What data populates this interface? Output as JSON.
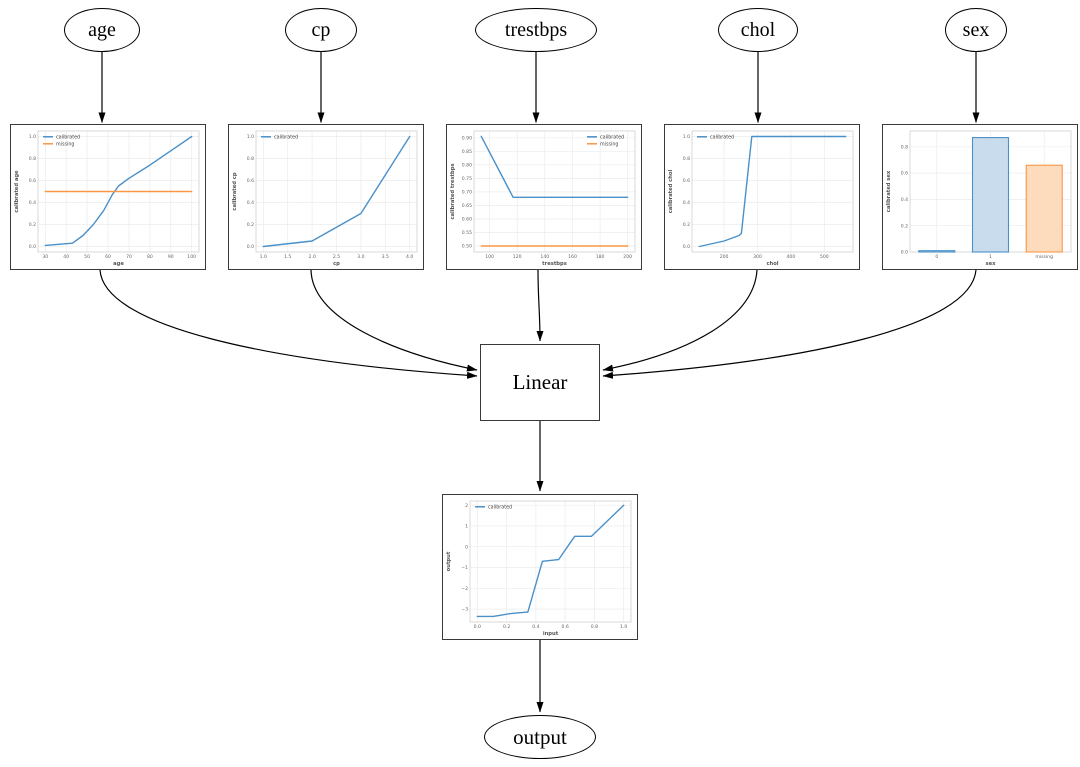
{
  "nodes": {
    "age": {
      "label": "age"
    },
    "cp": {
      "label": "cp"
    },
    "trestbps": {
      "label": "trestbps"
    },
    "chol": {
      "label": "chol"
    },
    "sex": {
      "label": "sex"
    },
    "linear": {
      "label": "Linear"
    },
    "output": {
      "label": "output"
    }
  },
  "colors": {
    "calibrated_line": "#4a90c9",
    "missing_line": "#f79747",
    "bar_fill_blue": "#c9dcee",
    "bar_fill_orange": "#fcdcbd",
    "edge_stroke": "#000000"
  },
  "chart_data": [
    {
      "id": "age",
      "type": "line",
      "xlabel": "age",
      "ylabel": "calibrated age",
      "xlim": [
        26.5,
        103.5
      ],
      "ylim": [
        -0.05,
        1.05
      ],
      "xticks": [
        30,
        40,
        50,
        60,
        70,
        80,
        90,
        100
      ],
      "xtick_labels": [
        "30",
        "40",
        "50",
        "60",
        "70",
        "80",
        "90",
        "100"
      ],
      "yticks": [
        0.0,
        0.2,
        0.4,
        0.6,
        0.8,
        1.0
      ],
      "ytick_labels": [
        "0.0",
        "0.2",
        "0.4",
        "0.6",
        "0.8",
        "1.0"
      ],
      "legend": {
        "loc": "upper left",
        "entries": [
          {
            "label": "calibrated",
            "color": "#4a90c9"
          },
          {
            "label": "missing",
            "color": "#f79747"
          }
        ]
      },
      "series": [
        {
          "name": "calibrated",
          "color": "#4a90c9",
          "x": [
            30,
            43,
            48,
            53,
            58,
            62,
            65,
            70,
            80,
            90,
            100
          ],
          "y": [
            0.01,
            0.03,
            0.1,
            0.2,
            0.33,
            0.47,
            0.55,
            0.62,
            0.74,
            0.87,
            1.0
          ]
        },
        {
          "name": "missing",
          "color": "#f79747",
          "x": [
            30,
            100
          ],
          "y": [
            0.5,
            0.5
          ]
        }
      ]
    },
    {
      "id": "cp",
      "type": "line",
      "xlabel": "cp",
      "ylabel": "calibrated cp",
      "xlim": [
        0.85,
        4.15
      ],
      "ylim": [
        -0.05,
        1.05
      ],
      "xticks": [
        1.0,
        1.5,
        2.0,
        2.5,
        3.0,
        3.5,
        4.0
      ],
      "xtick_labels": [
        "1.0",
        "1.5",
        "2.0",
        "2.5",
        "3.0",
        "3.5",
        "4.0"
      ],
      "yticks": [
        0.0,
        0.2,
        0.4,
        0.6,
        0.8,
        1.0
      ],
      "ytick_labels": [
        "0.0",
        "0.2",
        "0.4",
        "0.6",
        "0.8",
        "1.0"
      ],
      "legend": {
        "loc": "upper left",
        "entries": [
          {
            "label": "calibrated",
            "color": "#4a90c9"
          }
        ]
      },
      "series": [
        {
          "name": "calibrated",
          "color": "#4a90c9",
          "x": [
            1.0,
            2.0,
            3.0,
            4.0
          ],
          "y": [
            0.0,
            0.05,
            0.3,
            1.0
          ]
        }
      ]
    },
    {
      "id": "trestbps",
      "type": "line",
      "xlabel": "trestbps",
      "ylabel": "calibrated trestbps",
      "xlim": [
        88.7,
        205.3
      ],
      "ylim": [
        0.478,
        0.925
      ],
      "xticks": [
        100,
        120,
        140,
        160,
        180,
        200
      ],
      "xtick_labels": [
        "100",
        "120",
        "140",
        "160",
        "180",
        "200"
      ],
      "yticks": [
        0.5,
        0.55,
        0.6,
        0.65,
        0.7,
        0.75,
        0.8,
        0.85,
        0.9
      ],
      "ytick_labels": [
        "0.50",
        "0.55",
        "0.60",
        "0.65",
        "0.70",
        "0.75",
        "0.80",
        "0.85",
        "0.90"
      ],
      "legend": {
        "loc": "upper right",
        "entries": [
          {
            "label": "calibrated",
            "color": "#4a90c9"
          },
          {
            "label": "missing",
            "color": "#f79747"
          }
        ]
      },
      "series": [
        {
          "name": "calibrated",
          "color": "#4a90c9",
          "x": [
            94,
            117,
            200
          ],
          "y": [
            0.905,
            0.68,
            0.68
          ]
        },
        {
          "name": "missing",
          "color": "#f79747",
          "x": [
            94,
            200
          ],
          "y": [
            0.5,
            0.5
          ]
        }
      ]
    },
    {
      "id": "chol",
      "type": "line",
      "xlabel": "chol",
      "ylabel": "calibrated chol",
      "xlim": [
        104,
        586
      ],
      "ylim": [
        -0.05,
        1.05
      ],
      "xticks": [
        200,
        300,
        400,
        500
      ],
      "xtick_labels": [
        "200",
        "300",
        "400",
        "500"
      ],
      "yticks": [
        0.0,
        0.2,
        0.4,
        0.6,
        0.8,
        1.0
      ],
      "ytick_labels": [
        "0.0",
        "0.2",
        "0.4",
        "0.6",
        "0.8",
        "1.0"
      ],
      "legend": {
        "loc": "upper left",
        "entries": [
          {
            "label": "calibrated",
            "color": "#4a90c9"
          }
        ]
      },
      "series": [
        {
          "name": "calibrated",
          "color": "#4a90c9",
          "x": [
            126,
            200,
            245,
            252,
            283,
            564
          ],
          "y": [
            0.0,
            0.05,
            0.1,
            0.12,
            1.0,
            1.0
          ]
        }
      ]
    },
    {
      "id": "sex",
      "type": "bar",
      "xlabel": "sex",
      "ylabel": "calibrated sex",
      "categories": [
        "0",
        "1",
        "missing"
      ],
      "values": [
        0.01,
        0.87,
        0.66
      ],
      "bar_edges": [
        "#4a90c9",
        "#4a90c9",
        "#f79747"
      ],
      "bar_fills": [
        "#c9dcee",
        "#c9dcee",
        "#fcdcbd"
      ],
      "ylim": [
        0,
        0.92
      ],
      "yticks": [
        0.0,
        0.2,
        0.4,
        0.6,
        0.8
      ],
      "ytick_labels": [
        "0.0",
        "0.2",
        "0.4",
        "0.6",
        "0.8"
      ],
      "legend": null,
      "grid": true
    },
    {
      "id": "output",
      "type": "line",
      "xlabel": "input",
      "ylabel": "output",
      "xlim": [
        -0.05,
        1.05
      ],
      "ylim": [
        -3.62,
        2.2
      ],
      "xticks": [
        0.0,
        0.2,
        0.4,
        0.6,
        0.8,
        1.0
      ],
      "xtick_labels": [
        "0.0",
        "0.2",
        "0.4",
        "0.6",
        "0.8",
        "1.0"
      ],
      "yticks": [
        -3,
        -2,
        -1,
        0,
        1,
        2
      ],
      "ytick_labels": [
        "−3",
        "−2",
        "−1",
        "0",
        "1",
        "2"
      ],
      "legend": {
        "loc": "upper left",
        "entries": [
          {
            "label": "calibrated",
            "color": "#4a90c9"
          }
        ]
      },
      "series": [
        {
          "name": "calibrated",
          "color": "#4a90c9",
          "x": [
            0.0,
            0.11,
            0.22,
            0.33,
            0.345,
            0.445,
            0.555,
            0.665,
            0.78,
            0.89,
            1.0
          ],
          "y": [
            -3.35,
            -3.35,
            -3.22,
            -3.15,
            -3.15,
            -0.7,
            -0.62,
            0.5,
            0.5,
            1.25,
            2.0
          ]
        }
      ]
    }
  ]
}
